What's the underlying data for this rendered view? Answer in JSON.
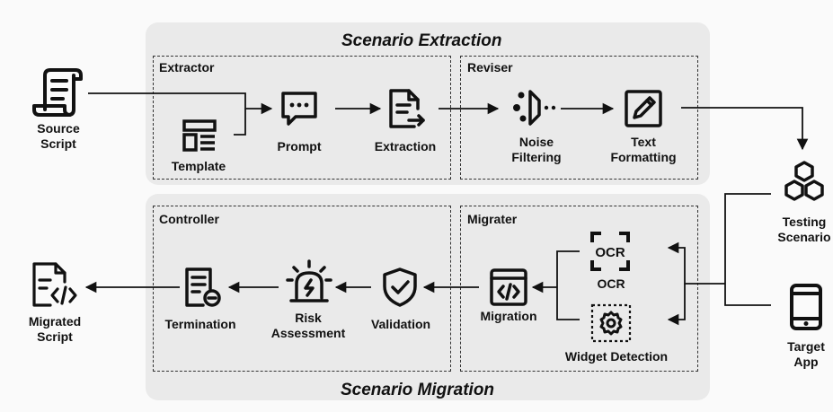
{
  "panels": {
    "extraction_title": "Scenario Extraction",
    "migration_title": "Scenario Migration"
  },
  "sections": {
    "extractor": "Extractor",
    "reviser": "Reviser",
    "controller": "Controller",
    "migrater": "Migrater"
  },
  "nodes": {
    "source_script": [
      "Source",
      "Script"
    ],
    "template": "Template",
    "prompt": "Prompt",
    "extraction": "Extraction",
    "noise_filtering": [
      "Noise",
      "Filtering"
    ],
    "text_formatting": [
      "Text",
      "Formatting"
    ],
    "testing_scenario": [
      "Testing",
      "Scenario"
    ],
    "target_app": [
      "Target",
      "App"
    ],
    "ocr": "OCR",
    "ocr_glyph": "OCR",
    "widget_detection": "Widget Detection",
    "migration": "Migration",
    "validation": "Validation",
    "risk_assessment": [
      "Risk",
      "Assessment"
    ],
    "termination": "Termination",
    "migrated_script": [
      "Migrated",
      "Script"
    ]
  }
}
